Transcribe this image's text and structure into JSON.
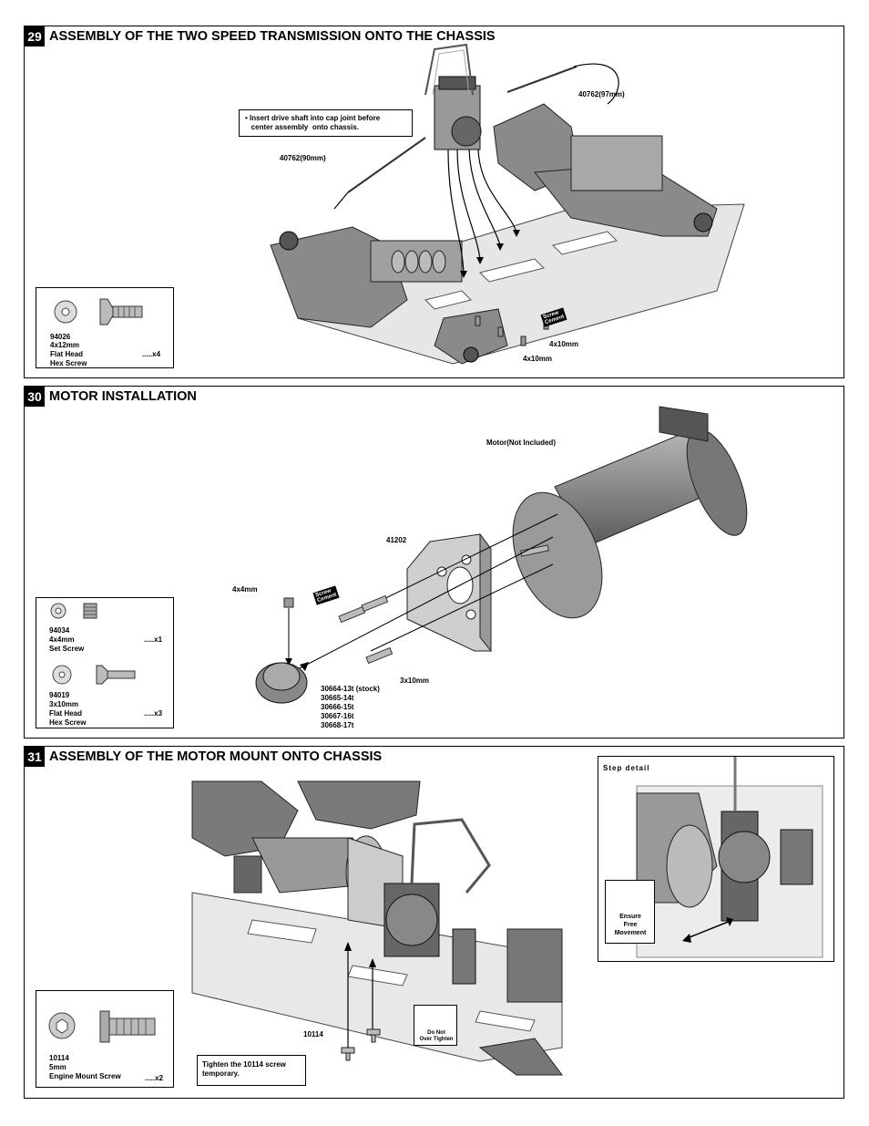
{
  "step29": {
    "number": "29",
    "title": "ASSEMBLY OF THE TWO SPEED TRANSMISSION  ONTO THE CHASSIS",
    "note": "• Insert drive shaft into cap joint before\n   center assembly  onto chassis.",
    "label_90mm": "40762(90mm)",
    "label_97mm": "40762(97mm)",
    "label_4x10a": "4x10mm",
    "label_4x10b": "4x10mm",
    "screw_cement": "Screw\nCement",
    "parts": {
      "code": "94026",
      "size": "4x12mm",
      "name1": "Flat  Head",
      "qty": ".....x4",
      "name2": "Hex Screw"
    }
  },
  "step30": {
    "number": "30",
    "title": "MOTOR INSTALLATION",
    "label_motor": "Motor(Not Included)",
    "label_mount": "41202",
    "label_4x4": "4x4mm",
    "label_3x10": "3x10mm",
    "screw_cement": "Screw\nCement",
    "pinions": [
      "30664-13t (stock)",
      "30665-14t",
      "30666-15t",
      "30667-16t",
      "30668-17t"
    ],
    "parts": [
      {
        "code": "94034",
        "size": "4x4mm",
        "qty": ".....x1",
        "name1": "Set Screw",
        "name2": ""
      },
      {
        "code": "94019",
        "size": "3x10mm",
        "qty": ".....x3",
        "name1": "Flat  Head",
        "name2": "Hex Screw"
      }
    ]
  },
  "step31": {
    "number": "31",
    "title": "ASSEMBLY OF THE MOTOR MOUNT ONTO CHASSIS",
    "detail_title": "Step detail",
    "ensure": "Ensure\nFree\nMovement",
    "label_10114": "10114",
    "do_not": "Do Not\nOver Tighten",
    "tighten_note": "Tighten the 10114 screw\ntemporary.",
    "parts": {
      "code": "10114",
      "size": "5mm",
      "name1": "Engine Mount Screw",
      "qty": ".....x2"
    }
  }
}
